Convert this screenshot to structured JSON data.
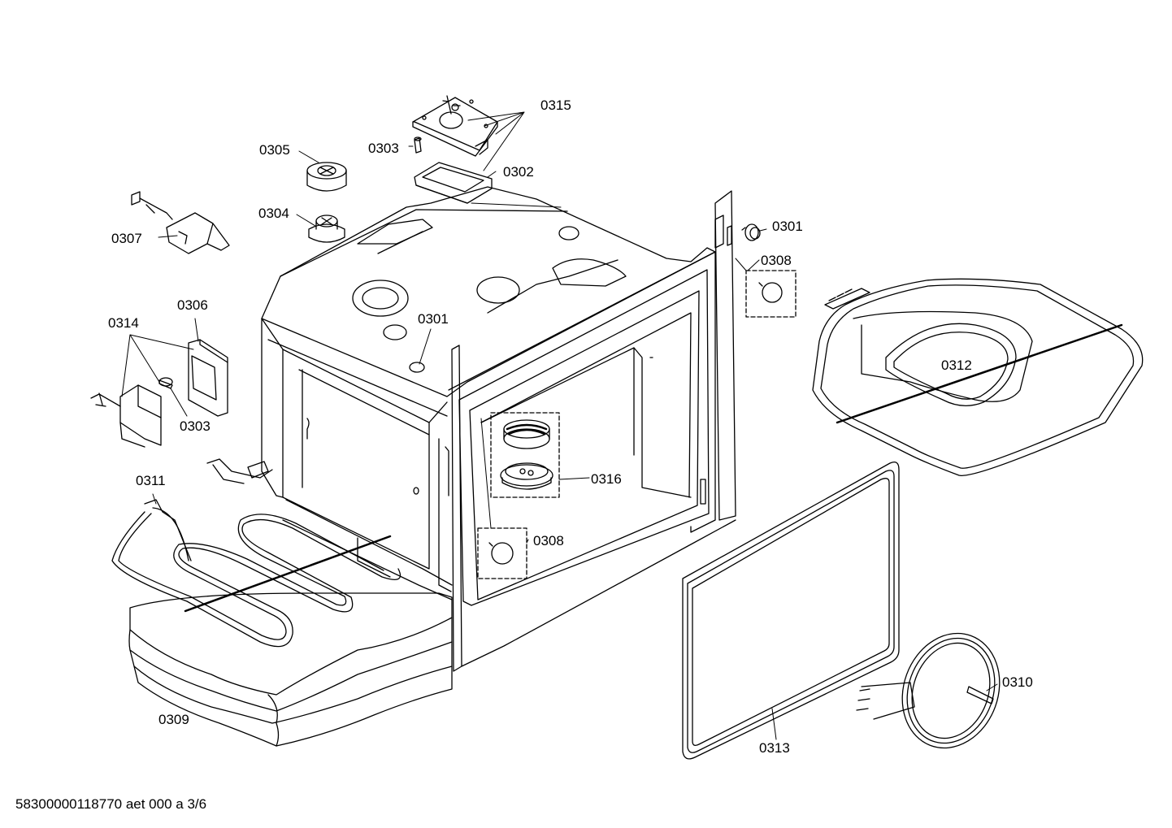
{
  "diagram": {
    "part_labels": {
      "p0315": "0315",
      "p0303_top": "0303",
      "p0305": "0305",
      "p0302": "0302",
      "p0304": "0304",
      "p0301_right": "0301",
      "p0307": "0307",
      "p0308_right": "0308",
      "p0306": "0306",
      "p0314": "0314",
      "p0301_mid": "0301",
      "p0312": "0312",
      "p0303_left": "0303",
      "p0316": "0316",
      "p0311": "0311",
      "p0308_mid": "0308",
      "p0310": "0310",
      "p0309": "0309",
      "p0313": "0313"
    },
    "footer": "58300000118770 aet 000 a 3/6"
  }
}
